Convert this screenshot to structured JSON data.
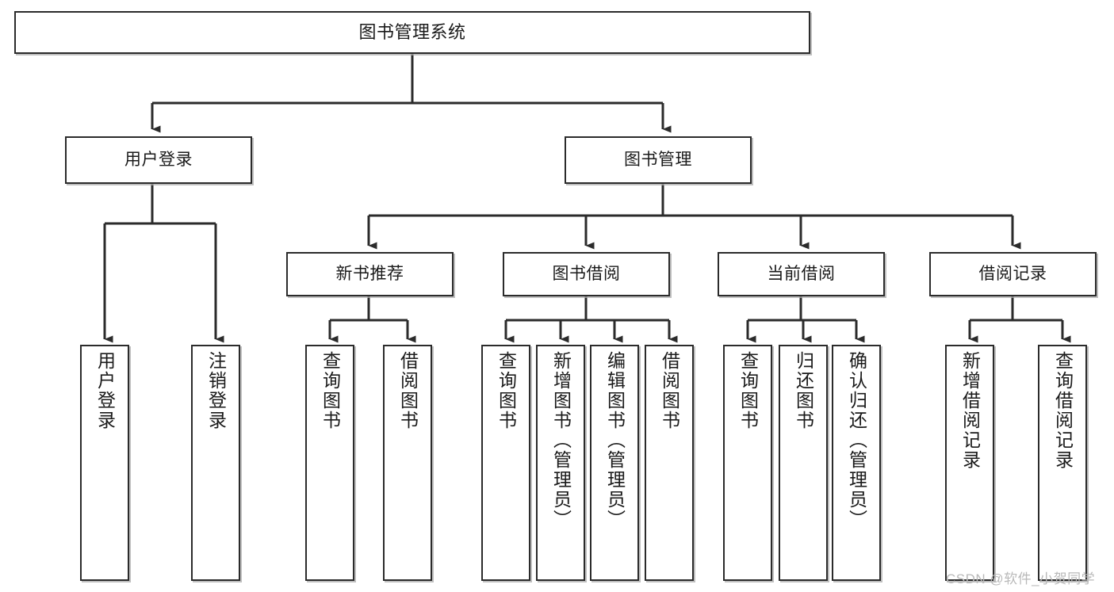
{
  "diagram": {
    "title": "图书管理系统",
    "type": "tree-hierarchy-chart",
    "watermark": "CSDN @软件_小贺同学",
    "colors": {
      "box_border": "#2b2b2b",
      "box_fill": "#ffffff",
      "edge": "#2b2b2b",
      "canvas": "#ffffff",
      "watermark": "#b9b9b9"
    }
  },
  "nodes": {
    "root": {
      "label": "图书管理系统"
    },
    "level1": [
      {
        "label": "用户登录"
      },
      {
        "label": "图书管理"
      }
    ],
    "level2": [
      {
        "label": "新书推荐"
      },
      {
        "label": "图书借阅"
      },
      {
        "label": "当前借阅"
      },
      {
        "label": "借阅记录"
      }
    ],
    "leaves": {
      "user_login": [
        {
          "label": "用户登录"
        },
        {
          "label": "注销登录"
        }
      ],
      "new_book_recommend": [
        {
          "label": "查询图书"
        },
        {
          "label": "借阅图书"
        }
      ],
      "book_borrow": [
        {
          "label": "查询图书"
        },
        {
          "label": "新增图书（管理员）"
        },
        {
          "label": "编辑图书（管理员）"
        },
        {
          "label": "借阅图书"
        }
      ],
      "current_borrow": [
        {
          "label": "查询图书"
        },
        {
          "label": "归还图书"
        },
        {
          "label": "确认归还（管理员）"
        }
      ],
      "borrow_record": [
        {
          "label": "新增借阅记录"
        },
        {
          "label": "查询借阅记录"
        }
      ]
    }
  }
}
